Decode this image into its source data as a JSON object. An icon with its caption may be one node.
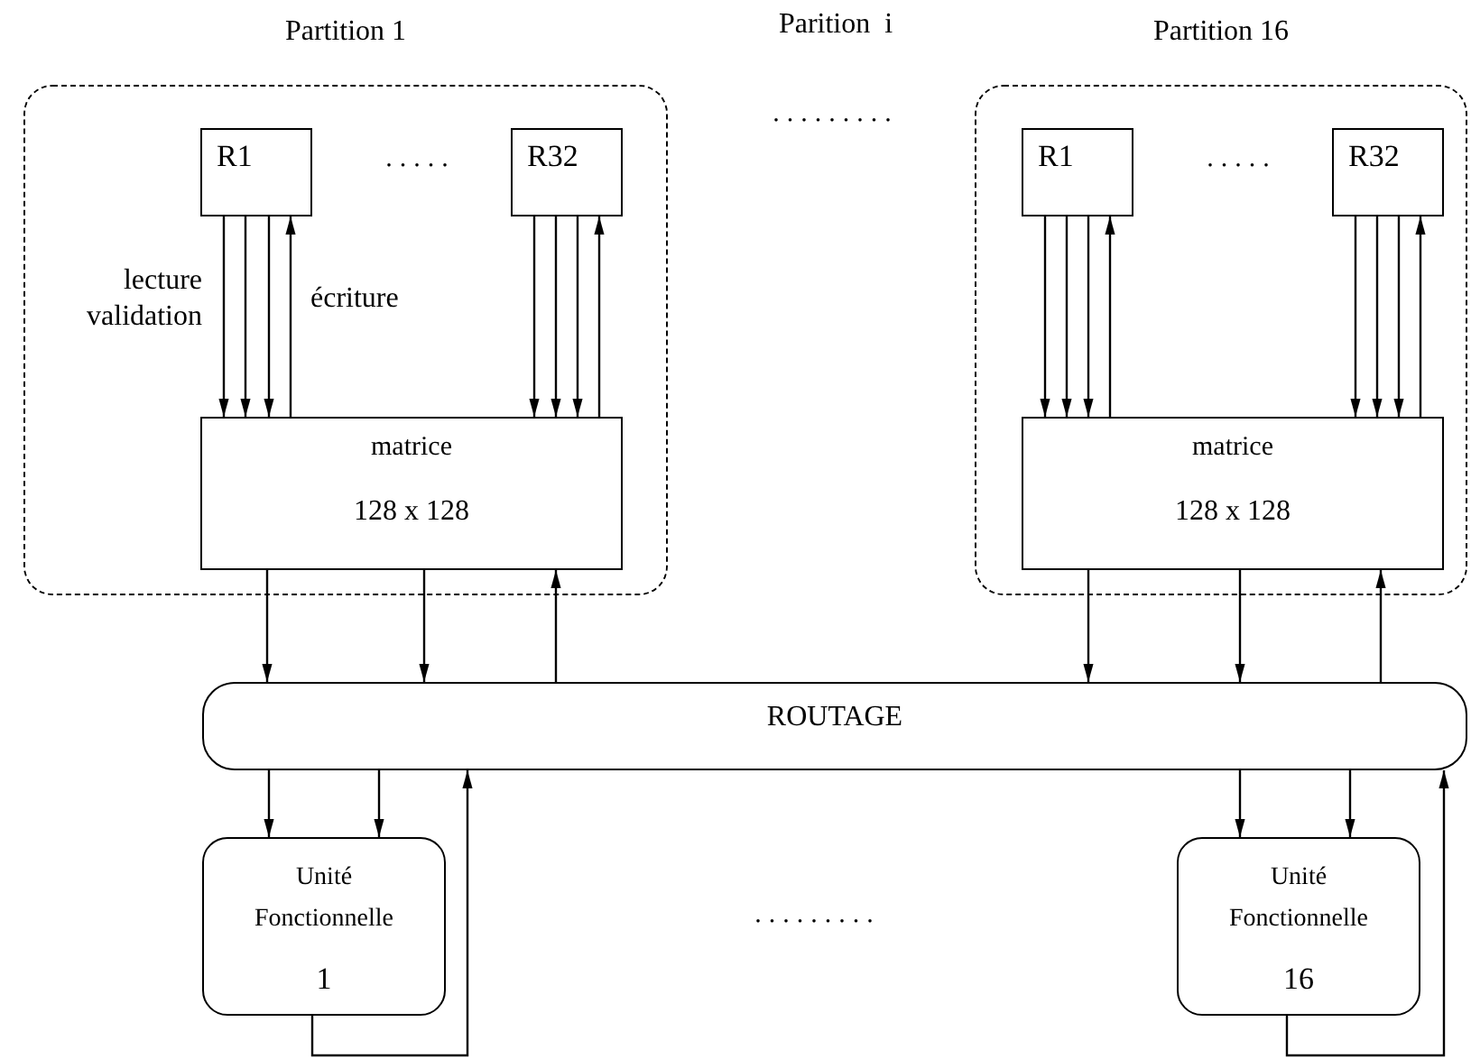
{
  "diagram": {
    "nodes": [
      {
        "text": [
          "Partition 1"
        ]
      },
      {
        "text": [
          "R1"
        ],
        "in": 0
      },
      {
        "text": [
          "R32"
        ],
        "in": 0
      },
      {
        "text": [
          "matrice",
          "128 x 128"
        ],
        "in": 0
      },
      {
        "text": [
          "Partition 16"
        ]
      },
      {
        "text": [
          "R1"
        ],
        "in": 4
      },
      {
        "text": [
          "R32"
        ],
        "in": 4
      },
      {
        "text": [
          "matrice",
          "128 x 128"
        ],
        "in": 4
      },
      {
        "text": [
          "ROUTAGE"
        ]
      },
      {
        "text": [
          "Unité Fonctionnelle",
          "1"
        ]
      },
      {
        "text": [
          "Unité Fonctionnelle",
          "16"
        ]
      }
    ],
    "edges": [
      {
        "from": 1,
        "to": 3,
        "arrow": "to"
      },
      {
        "from": 1,
        "to": 3,
        "arrow": "to"
      },
      {
        "from": 1,
        "to": 3,
        "arrow": "to"
      },
      {
        "from": 3,
        "to": 1,
        "arrow": "to"
      },
      {
        "from": 2,
        "to": 3,
        "arrow": "to"
      },
      {
        "from": 2,
        "to": 3,
        "arrow": "to"
      },
      {
        "from": 2,
        "to": 3,
        "arrow": "to"
      },
      {
        "from": 3,
        "to": 2,
        "arrow": "to"
      },
      {
        "from": 5,
        "to": 7,
        "arrow": "to"
      },
      {
        "from": 5,
        "to": 7,
        "arrow": "to"
      },
      {
        "from": 5,
        "to": 7,
        "arrow": "to"
      },
      {
        "from": 7,
        "to": 5,
        "arrow": "to"
      },
      {
        "from": 6,
        "to": 7,
        "arrow": "to"
      },
      {
        "from": 6,
        "to": 7,
        "arrow": "to"
      },
      {
        "from": 6,
        "to": 7,
        "arrow": "to"
      },
      {
        "from": 7,
        "to": 6,
        "arrow": "to"
      },
      {
        "from": 3,
        "to": 8,
        "arrow": "to"
      },
      {
        "from": 3,
        "to": 8,
        "arrow": "to"
      },
      {
        "from": 8,
        "to": 3,
        "arrow": "to"
      },
      {
        "from": 7,
        "to": 8,
        "arrow": "to"
      },
      {
        "from": 7,
        "to": 8,
        "arrow": "to"
      },
      {
        "from": 8,
        "to": 7,
        "arrow": "to"
      },
      {
        "from": 8,
        "to": 9,
        "arrow": "to"
      },
      {
        "from": 8,
        "to": 9,
        "arrow": "to"
      },
      {
        "from": 9,
        "to": 8,
        "arrow": "to"
      },
      {
        "from": 8,
        "to": 10,
        "arrow": "to"
      },
      {
        "from": 8,
        "to": 10,
        "arrow": "to"
      },
      {
        "from": 10,
        "to": 8,
        "arrow": "to"
      }
    ],
    "labels": [
      "Parition  i",
      ".........",
      ".....",
      "lecture validation",
      "écriture",
      ".....",
      "........."
    ]
  }
}
